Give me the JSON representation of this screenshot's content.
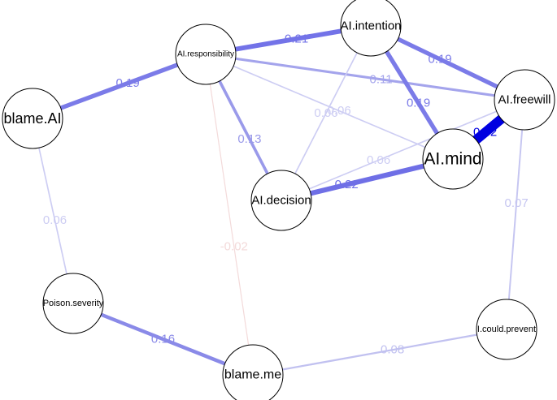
{
  "nodes": [
    {
      "id": "blame_ai",
      "label": "blame.AI"
    },
    {
      "id": "ai_responsibility",
      "label": "AI.responsibility"
    },
    {
      "id": "ai_intention",
      "label": "AI.intention"
    },
    {
      "id": "ai_freewill",
      "label": "AI.freewill"
    },
    {
      "id": "ai_mind",
      "label": "AI.mind"
    },
    {
      "id": "ai_decision",
      "label": "AI.decision"
    },
    {
      "id": "poison_severity",
      "label": "Poison.severity"
    },
    {
      "id": "blame_me",
      "label": "blame.me"
    },
    {
      "id": "i_could_prevent",
      "label": "I.could.prevent"
    }
  ],
  "edges": [
    {
      "from": "blame_ai",
      "to": "ai_responsibility",
      "weight": 0.19,
      "label": "0.19",
      "color": "#7b7be8"
    },
    {
      "from": "ai_responsibility",
      "to": "ai_intention",
      "weight": 0.21,
      "label": "0.21",
      "color": "#7373e8"
    },
    {
      "from": "ai_intention",
      "to": "ai_freewill",
      "weight": 0.19,
      "label": "0.19",
      "color": "#7b7be8"
    },
    {
      "from": "ai_responsibility",
      "to": "ai_freewill",
      "weight": 0.11,
      "label": "0.11",
      "color": "#a4a4ec"
    },
    {
      "from": "ai_intention",
      "to": "ai_mind",
      "weight": 0.19,
      "label": "0.19",
      "color": "#7b7be8"
    },
    {
      "from": "ai_freewill",
      "to": "ai_mind",
      "weight": 0.42,
      "label": "0.42",
      "color": "#0000e0"
    },
    {
      "from": "ai_responsibility",
      "to": "ai_decision",
      "weight": 0.13,
      "label": "0.13",
      "color": "#9a9aea"
    },
    {
      "from": "ai_responsibility",
      "to": "ai_mind",
      "weight": 0.06,
      "label": "0.06",
      "color": "#cdcdf3"
    },
    {
      "from": "ai_intention",
      "to": "ai_decision",
      "weight": 0.06,
      "label": "0.06",
      "color": "#cdcdf3"
    },
    {
      "from": "ai_freewill",
      "to": "ai_decision",
      "weight": 0.06,
      "label": "0.06",
      "color": "#cdcdf3"
    },
    {
      "from": "ai_decision",
      "to": "ai_mind",
      "weight": 0.22,
      "label": "0.22",
      "color": "#6f6fe6"
    },
    {
      "from": "ai_responsibility",
      "to": "blame_me",
      "weight": -0.02,
      "label": "-0.02",
      "color": "#f3dada"
    },
    {
      "from": "blame_ai",
      "to": "poison_severity",
      "weight": 0.06,
      "label": "0.06",
      "color": "#cdcdf3"
    },
    {
      "from": "ai_freewill",
      "to": "i_could_prevent",
      "weight": 0.07,
      "label": "0.07",
      "color": "#c6c6f1"
    },
    {
      "from": "poison_severity",
      "to": "blame_me",
      "weight": 0.16,
      "label": "0.16",
      "color": "#8a8ae8"
    },
    {
      "from": "blame_me",
      "to": "i_could_prevent",
      "weight": 0.08,
      "label": "0.08",
      "color": "#c1c1f0"
    }
  ]
}
